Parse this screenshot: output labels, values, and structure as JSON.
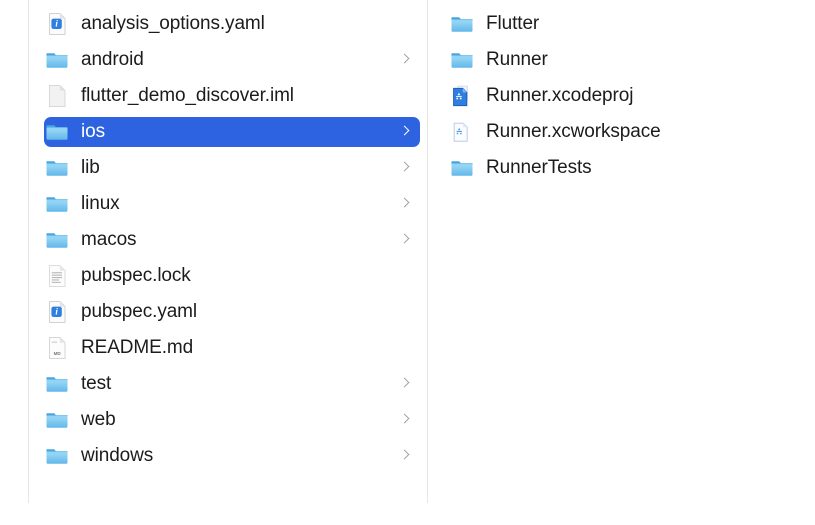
{
  "app": "finder-column-view",
  "colors": {
    "selection_blue": "#2d63e0",
    "folder_blue": "#7ec8f2",
    "folder_tab_blue": "#4aa6de",
    "text": "#1c1c1e",
    "selected_text": "#ffffff",
    "chevron_gray": "#a2a2a6",
    "separator": "#e6e6e6",
    "background": "#ffffff",
    "doc_white": "#fafafa",
    "doc_border": "#d8d8d8",
    "xcode_blue": "#2f7fe0"
  },
  "columns": [
    {
      "name": "project-root-column",
      "items": [
        {
          "label": "analysis_options.yaml",
          "icon": "yaml-file-icon",
          "has_chevron": false,
          "selected": false
        },
        {
          "label": "android",
          "icon": "folder-icon",
          "has_chevron": true,
          "selected": false
        },
        {
          "label": "flutter_demo_discover.iml",
          "icon": "blank-file-icon",
          "has_chevron": false,
          "selected": false
        },
        {
          "label": "ios",
          "icon": "folder-icon",
          "has_chevron": true,
          "selected": true
        },
        {
          "label": "lib",
          "icon": "folder-icon",
          "has_chevron": true,
          "selected": false
        },
        {
          "label": "linux",
          "icon": "folder-icon",
          "has_chevron": true,
          "selected": false
        },
        {
          "label": "macos",
          "icon": "folder-icon",
          "has_chevron": true,
          "selected": false
        },
        {
          "label": "pubspec.lock",
          "icon": "text-file-icon",
          "has_chevron": false,
          "selected": false
        },
        {
          "label": "pubspec.yaml",
          "icon": "yaml-file-icon",
          "has_chevron": false,
          "selected": false
        },
        {
          "label": "README.md",
          "icon": "markdown-file-icon",
          "has_chevron": false,
          "selected": false
        },
        {
          "label": "test",
          "icon": "folder-icon",
          "has_chevron": true,
          "selected": false
        },
        {
          "label": "web",
          "icon": "folder-icon",
          "has_chevron": true,
          "selected": false
        },
        {
          "label": "windows",
          "icon": "folder-icon",
          "has_chevron": true,
          "selected": false
        }
      ]
    },
    {
      "name": "ios-folder-column",
      "items": [
        {
          "label": "Flutter",
          "icon": "folder-icon",
          "has_chevron": false,
          "selected": false
        },
        {
          "label": "Runner",
          "icon": "folder-icon",
          "has_chevron": false,
          "selected": false
        },
        {
          "label": "Runner.xcodeproj",
          "icon": "xcode-project-icon",
          "has_chevron": false,
          "selected": false
        },
        {
          "label": "Runner.xcworkspace",
          "icon": "xcode-workspace-icon",
          "has_chevron": false,
          "selected": false
        },
        {
          "label": "RunnerTests",
          "icon": "folder-icon",
          "has_chevron": false,
          "selected": false
        }
      ]
    }
  ]
}
